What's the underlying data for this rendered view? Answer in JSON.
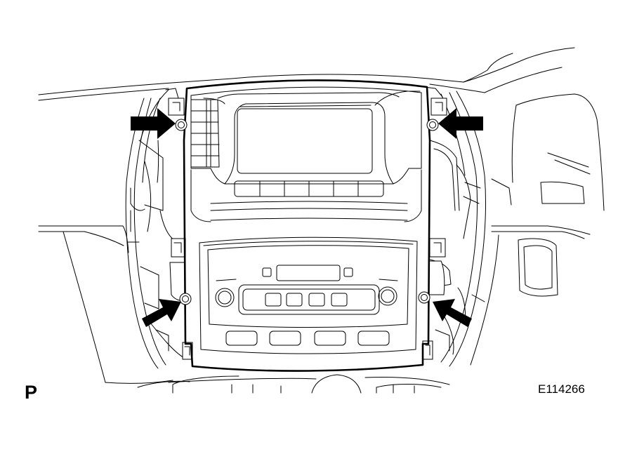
{
  "figure": {
    "view_letter": "P",
    "figure_id": "E114266"
  },
  "colors": {
    "line": "#000000",
    "background": "#ffffff"
  },
  "callouts": [
    {
      "name": "arrow-upper-left",
      "target": "screw-upper-left"
    },
    {
      "name": "arrow-upper-right",
      "target": "screw-upper-right"
    },
    {
      "name": "arrow-lower-left",
      "target": "screw-lower-left"
    },
    {
      "name": "arrow-lower-right",
      "target": "screw-lower-right"
    }
  ]
}
